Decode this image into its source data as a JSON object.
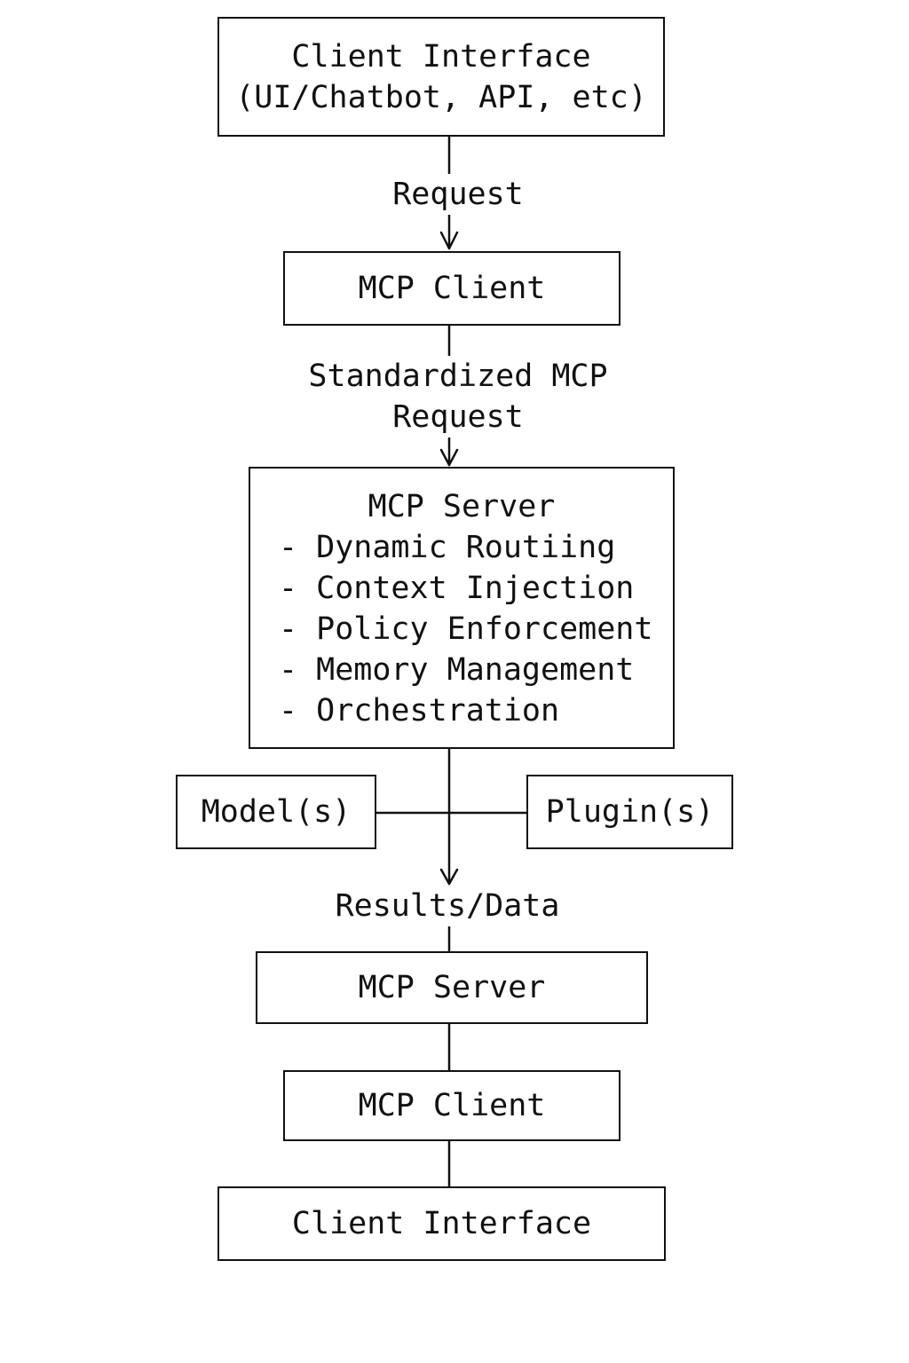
{
  "nodes": {
    "client_interface_top": {
      "line1": "Client Interface",
      "line2": "(UI/Chatbot, API, etc)"
    },
    "mcp_client_top": {
      "label": "MCP Client"
    },
    "mcp_server_main": {
      "title": "MCP Server",
      "features": [
        "- Dynamic Routiing",
        "- Context Injection",
        "- Policy Enforcement",
        "- Memory Management",
        "- Orchestration"
      ]
    },
    "models": {
      "label": "Model(s)"
    },
    "plugins": {
      "label": "Plugin(s)"
    },
    "mcp_server_bottom": {
      "label": "MCP Server"
    },
    "mcp_client_bottom": {
      "label": "MCP Client"
    },
    "client_interface_bottom": {
      "label": "Client Interface"
    }
  },
  "edges": {
    "request": "Request",
    "standardized_request_line1": "Standardized MCP",
    "standardized_request_line2": "Request",
    "results_data": "Results/Data"
  }
}
